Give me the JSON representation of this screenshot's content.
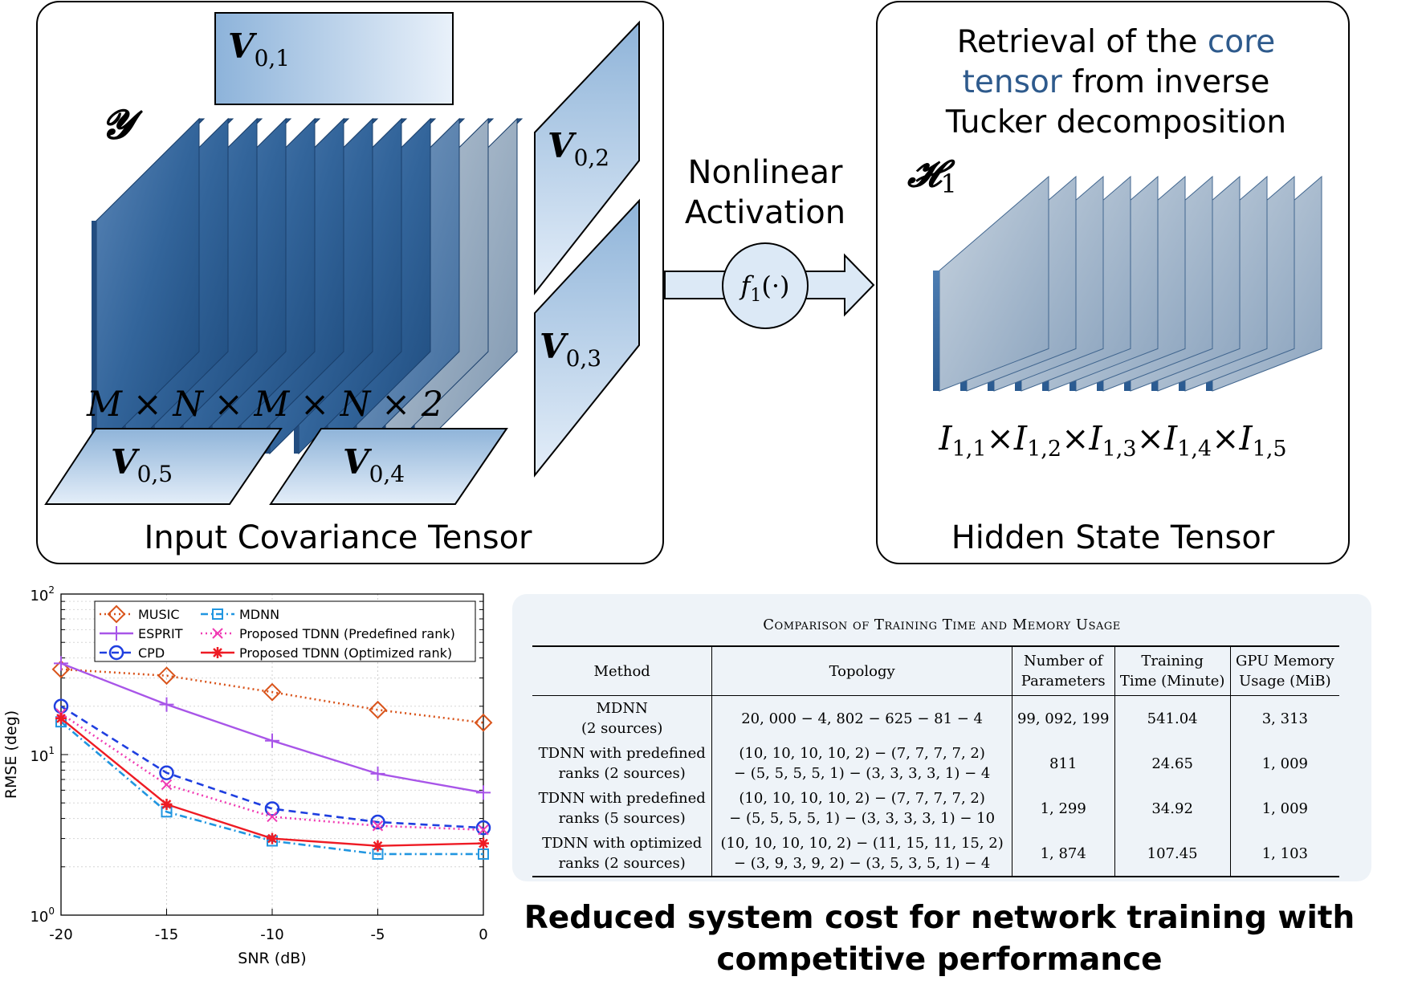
{
  "diagram": {
    "input_box_caption": "Input Covariance Tensor",
    "input_tensor_symbol": "𝓨",
    "input_dims": "M × N × M × N × 2",
    "factor_labels": {
      "v01": {
        "base": "V",
        "sub": "0,1"
      },
      "v02": {
        "base": "V",
        "sub": "0,2"
      },
      "v03": {
        "base": "V",
        "sub": "0,3"
      },
      "v04": {
        "base": "V",
        "sub": "0,4"
      },
      "v05": {
        "base": "V",
        "sub": "0,5"
      }
    },
    "activation_label_line1": "Nonlinear",
    "activation_label_line2": "Activation",
    "activation_function": "f",
    "activation_function_sub": "1",
    "activation_function_arg": "(·)",
    "hidden_box_caption": "Hidden State Tensor",
    "hidden_tensor_symbol": "𝓗",
    "hidden_tensor_sub": "1",
    "hidden_title_line1": "Retrieval of the ",
    "hidden_title_core": "core",
    "hidden_title_line2_tensor": "tensor",
    "hidden_title_line2_rest": " from inverse",
    "hidden_title_line3": "Tucker decomposition",
    "hidden_dims": [
      {
        "base": "I",
        "sub": "1,1"
      },
      {
        "base": "I",
        "sub": "1,2"
      },
      {
        "base": "I",
        "sub": "1,3"
      },
      {
        "base": "I",
        "sub": "1,4"
      },
      {
        "base": "I",
        "sub": "1,5"
      }
    ],
    "times_symbol": "×",
    "colors": {
      "slice_dark": "#2f5f94",
      "slice_light": "#9fb3c8",
      "accent_text": "#2e5a8c",
      "arrow_fill": "#dce9f6"
    }
  },
  "chart_data": {
    "type": "line",
    "x": [
      -20,
      -15,
      -10,
      -5,
      0
    ],
    "xlabel": "SNR (dB)",
    "ylabel": "RMSE (deg)",
    "xlim": [
      -20,
      0
    ],
    "ylim": [
      1,
      100
    ],
    "yscale": "log",
    "x_ticks": [
      "-20",
      "-15",
      "-10",
      "-5",
      "0"
    ],
    "y_ticks": [
      {
        "base": "10",
        "exp": "0"
      },
      {
        "base": "10",
        "exp": "1"
      },
      {
        "base": "10",
        "exp": "2"
      }
    ],
    "grid": true,
    "legend_position": "top",
    "series": [
      {
        "name": "MUSIC",
        "values": [
          34,
          31,
          24.5,
          19,
          15.8
        ],
        "color": "#d9541b",
        "marker": "diamond",
        "dash": "dotted"
      },
      {
        "name": "ESPRIT",
        "values": [
          37,
          20.5,
          12.2,
          7.6,
          5.8
        ],
        "color": "#a855e8",
        "marker": "plus",
        "dash": "solid"
      },
      {
        "name": "CPD",
        "values": [
          20,
          7.7,
          4.6,
          3.8,
          3.5
        ],
        "color": "#1f3fe0",
        "marker": "circle",
        "dash": "dashed"
      },
      {
        "name": "MDNN",
        "values": [
          16,
          4.4,
          2.9,
          2.4,
          2.4
        ],
        "color": "#2196e0",
        "marker": "square",
        "dash": "dashdot"
      },
      {
        "name": "Proposed TDNN (Predefined rank)",
        "values": [
          18,
          6.5,
          4.1,
          3.6,
          3.4
        ],
        "color": "#f03cb4",
        "marker": "x",
        "dash": "dotted"
      },
      {
        "name": "Proposed TDNN (Optimized rank)",
        "values": [
          16.8,
          4.9,
          3.0,
          2.7,
          2.8
        ],
        "color": "#ee1b24",
        "marker": "star",
        "dash": "solid"
      }
    ]
  },
  "table": {
    "title": "Comparison of Training Time and Memory Usage",
    "headers": [
      "Method",
      "Topology",
      "Number of\nParameters",
      "Training\nTime (Minute)",
      "GPU Memory\nUsage (MiB)"
    ],
    "rows": [
      [
        "MDNN\n(2 sources)",
        "20, 000 − 4, 802 − 625 − 81 − 4",
        "99, 092, 199",
        "541.04",
        "3, 313"
      ],
      [
        "TDNN with predefined\nranks (2 sources)",
        "(10, 10, 10, 10, 2) − (7, 7, 7, 7, 2)\n− (5, 5, 5, 5, 1) − (3, 3, 3, 3, 1) − 4",
        "811",
        "24.65",
        "1, 009"
      ],
      [
        "TDNN with predefined\nranks (5 sources)",
        "(10, 10, 10, 10, 2) − (7, 7, 7, 7, 2)\n− (5, 5, 5, 5, 1) − (3, 3, 3, 3, 1) − 10",
        "1, 299",
        "34.92",
        "1, 009"
      ],
      [
        "TDNN with optimized\nranks (2 sources)",
        "(10, 10, 10, 10, 2) − (11, 15, 11, 15, 2)\n− (3, 9, 3, 9, 2) − (3, 5, 3, 5, 1) − 4",
        "1, 874",
        "107.45",
        "1, 103"
      ]
    ]
  },
  "caption": {
    "line1": "Reduced system cost for network training with",
    "line2": "competitive performance"
  }
}
